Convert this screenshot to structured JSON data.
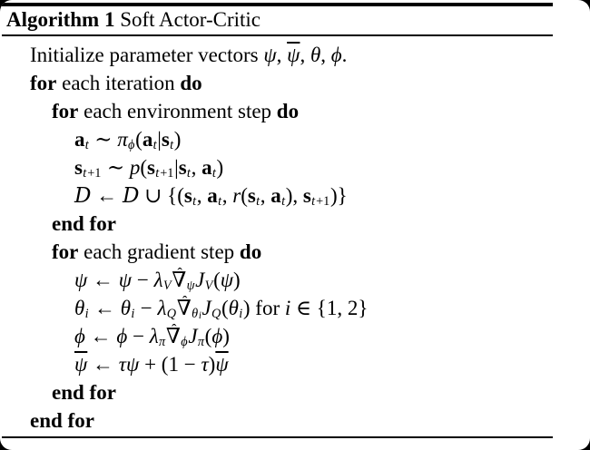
{
  "page": {
    "outside_color": "#000000",
    "card_color": "#ffffff",
    "text_color": "#000000",
    "rule_color": "#000000"
  },
  "header": {
    "label": "Algorithm 1",
    "title": " Soft Actor-Critic"
  },
  "algorithm": {
    "lines": [
      {
        "indent": 0,
        "segments": [
          {
            "t": "Initialize parameter vectors "
          },
          {
            "t": "ψ",
            "i": true
          },
          {
            "t": ", "
          },
          {
            "t": "ψ",
            "i": true,
            "ov": true
          },
          {
            "t": ", "
          },
          {
            "t": "θ",
            "i": true
          },
          {
            "t": ", "
          },
          {
            "t": "ϕ",
            "i": true
          },
          {
            "t": "."
          }
        ]
      },
      {
        "indent": 0,
        "segments": [
          {
            "t": "for",
            "b": true
          },
          {
            "t": " each iteration "
          },
          {
            "t": "do",
            "b": true
          }
        ]
      },
      {
        "indent": 1,
        "segments": [
          {
            "t": "for",
            "b": true
          },
          {
            "t": " each environment step "
          },
          {
            "t": "do",
            "b": true
          }
        ]
      },
      {
        "indent": 2,
        "segments": [
          {
            "t": "a",
            "b": true
          },
          {
            "t": "t",
            "i": true,
            "sub": true
          },
          {
            "t": " ∼ "
          },
          {
            "t": "π",
            "i": true
          },
          {
            "t": "ϕ",
            "i": true,
            "sub": true
          },
          {
            "t": "("
          },
          {
            "t": "a",
            "b": true
          },
          {
            "t": "t",
            "i": true,
            "sub": true
          },
          {
            "t": "|"
          },
          {
            "t": "s",
            "b": true
          },
          {
            "t": "t",
            "i": true,
            "sub": true
          },
          {
            "t": ")"
          }
        ]
      },
      {
        "indent": 2,
        "segments": [
          {
            "t": "s",
            "b": true
          },
          {
            "t": "t",
            "i": true,
            "sub": true
          },
          {
            "t": "+1",
            "sub": true
          },
          {
            "t": " ∼ "
          },
          {
            "t": "p",
            "i": true
          },
          {
            "t": "("
          },
          {
            "t": "s",
            "b": true
          },
          {
            "t": "t",
            "i": true,
            "sub": true
          },
          {
            "t": "+1",
            "sub": true
          },
          {
            "t": "|"
          },
          {
            "t": "s",
            "b": true
          },
          {
            "t": "t",
            "i": true,
            "sub": true
          },
          {
            "t": ", "
          },
          {
            "t": "a",
            "b": true
          },
          {
            "t": "t",
            "i": true,
            "sub": true
          },
          {
            "t": ")"
          }
        ]
      },
      {
        "indent": 2,
        "segments": [
          {
            "t": "D",
            "cal": true
          },
          {
            "t": " ← "
          },
          {
            "t": "D",
            "cal": true
          },
          {
            "t": " ∪ {("
          },
          {
            "t": "s",
            "b": true
          },
          {
            "t": "t",
            "i": true,
            "sub": true
          },
          {
            "t": ", "
          },
          {
            "t": "a",
            "b": true
          },
          {
            "t": "t",
            "i": true,
            "sub": true
          },
          {
            "t": ", "
          },
          {
            "t": "r",
            "i": true
          },
          {
            "t": "("
          },
          {
            "t": "s",
            "b": true
          },
          {
            "t": "t",
            "i": true,
            "sub": true
          },
          {
            "t": ", "
          },
          {
            "t": "a",
            "b": true
          },
          {
            "t": "t",
            "i": true,
            "sub": true
          },
          {
            "t": "), "
          },
          {
            "t": "s",
            "b": true
          },
          {
            "t": "t",
            "i": true,
            "sub": true
          },
          {
            "t": "+1",
            "sub": true
          },
          {
            "t": ")}"
          }
        ]
      },
      {
        "indent": 1,
        "segments": [
          {
            "t": "end for",
            "b": true
          }
        ]
      },
      {
        "indent": 1,
        "segments": [
          {
            "t": "for",
            "b": true
          },
          {
            "t": " each gradient step "
          },
          {
            "t": "do",
            "b": true
          }
        ]
      },
      {
        "indent": 2,
        "segments": [
          {
            "t": "ψ",
            "i": true
          },
          {
            "t": " ← "
          },
          {
            "t": "ψ",
            "i": true
          },
          {
            "t": " − "
          },
          {
            "t": "λ",
            "i": true
          },
          {
            "t": "V",
            "i": true,
            "sub": true
          },
          {
            "t": "∇",
            "hat": "ˆ"
          },
          {
            "t": "ψ",
            "i": true,
            "sub": true
          },
          {
            "t": "J",
            "i": true
          },
          {
            "t": "V",
            "i": true,
            "sub": true
          },
          {
            "t": "("
          },
          {
            "t": "ψ",
            "i": true
          },
          {
            "t": ")"
          }
        ]
      },
      {
        "indent": 2,
        "segments": [
          {
            "t": "θ",
            "i": true
          },
          {
            "t": "i",
            "i": true,
            "sub": true
          },
          {
            "t": " ← "
          },
          {
            "t": "θ",
            "i": true
          },
          {
            "t": "i",
            "i": true,
            "sub": true
          },
          {
            "t": " − "
          },
          {
            "t": "λ",
            "i": true
          },
          {
            "t": "Q",
            "i": true,
            "sub": true
          },
          {
            "t": "∇",
            "hat": "ˆ"
          },
          {
            "t": "θ",
            "i": true,
            "sub": true
          },
          {
            "t": "i",
            "i": true,
            "sub2": true
          },
          {
            "t": "J",
            "i": true
          },
          {
            "t": "Q",
            "i": true,
            "sub": true
          },
          {
            "t": "("
          },
          {
            "t": "θ",
            "i": true
          },
          {
            "t": "i",
            "i": true,
            "sub": true
          },
          {
            "t": ")"
          },
          {
            "t": " for "
          },
          {
            "t": "i",
            "i": true
          },
          {
            "t": " ∈ {1, 2}"
          }
        ]
      },
      {
        "indent": 2,
        "segments": [
          {
            "t": "ϕ",
            "i": true
          },
          {
            "t": " ← "
          },
          {
            "t": "ϕ",
            "i": true
          },
          {
            "t": " − "
          },
          {
            "t": "λ",
            "i": true
          },
          {
            "t": "π",
            "i": true,
            "sub": true
          },
          {
            "t": "∇",
            "hat": "ˆ"
          },
          {
            "t": "ϕ",
            "i": true,
            "sub": true
          },
          {
            "t": "J",
            "i": true
          },
          {
            "t": "π",
            "i": true,
            "sub": true
          },
          {
            "t": "("
          },
          {
            "t": "ϕ",
            "i": true
          },
          {
            "t": ")"
          }
        ]
      },
      {
        "indent": 2,
        "segments": [
          {
            "t": "ψ",
            "i": true,
            "ov": true
          },
          {
            "t": " ← "
          },
          {
            "t": "τ",
            "i": true
          },
          {
            "t": "ψ",
            "i": true
          },
          {
            "t": " + (1 − "
          },
          {
            "t": "τ",
            "i": true
          },
          {
            "t": ")"
          },
          {
            "t": "ψ",
            "i": true,
            "ov": true
          }
        ]
      },
      {
        "indent": 1,
        "segments": [
          {
            "t": "end for",
            "b": true
          }
        ]
      },
      {
        "indent": 0,
        "segments": [
          {
            "t": "end for",
            "b": true
          }
        ]
      }
    ]
  }
}
